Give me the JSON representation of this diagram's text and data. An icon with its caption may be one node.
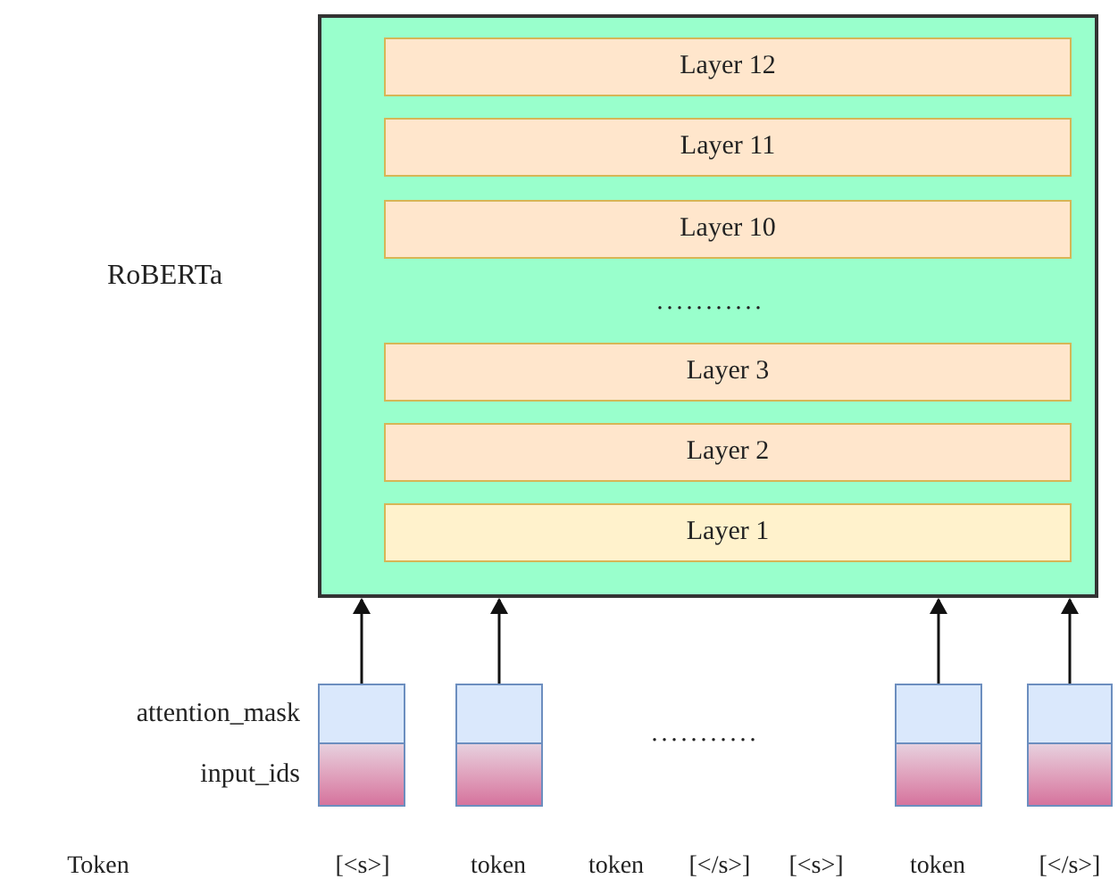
{
  "diagram": {
    "nodes": [
      {
        "text": [],
        "shape": "box",
        "beside": [
          "RoBERTa"
        ]
      },
      {
        "text": [
          "Layer 12"
        ],
        "in": 0
      },
      {
        "text": [
          "Layer 11"
        ],
        "in": 0
      },
      {
        "text": [
          "Layer 10"
        ],
        "in": 0
      },
      {
        "text": [
          "Layer 3"
        ],
        "in": 0
      },
      {
        "text": [
          "Layer 2"
        ],
        "in": 0
      },
      {
        "text": [
          "Layer 1"
        ],
        "in": 0
      },
      {
        "text": [],
        "shape": "bar"
      },
      {
        "text": [],
        "shape": "bar"
      },
      {
        "text": [],
        "shape": "bar"
      },
      {
        "text": [],
        "shape": "bar"
      }
    ],
    "edges": [
      {
        "from": 7,
        "to": 0,
        "arrow": "to"
      },
      {
        "from": 8,
        "to": 0,
        "arrow": "to"
      },
      {
        "from": 9,
        "to": 0,
        "arrow": "to"
      },
      {
        "from": 10,
        "to": 0,
        "arrow": "to"
      }
    ],
    "labels": [
      "...........",
      "attention_mask",
      "input_ids",
      "...........",
      "Token",
      "[<s>]",
      "token",
      "token",
      "[</s>]",
      "[<s>]",
      "token",
      "[</s>]"
    ]
  }
}
